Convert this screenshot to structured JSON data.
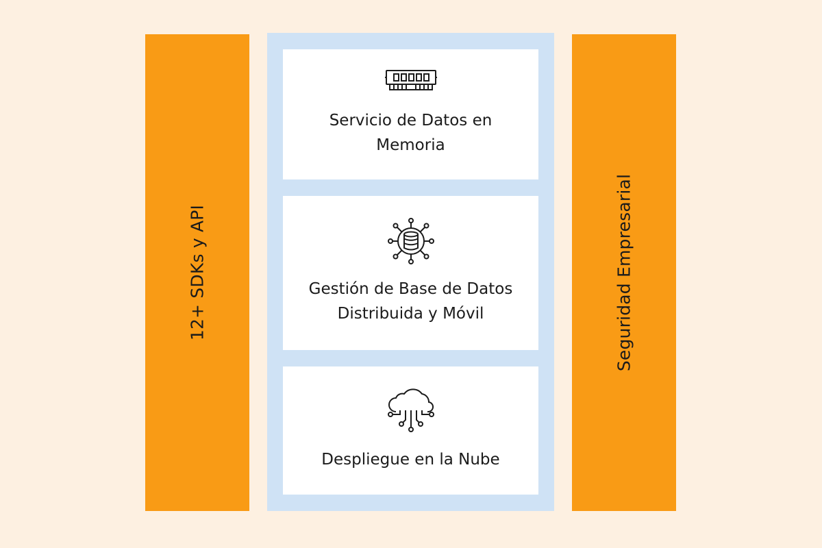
{
  "left_pillar": {
    "label": "12+ SDKs y API"
  },
  "right_pillar": {
    "label": "Seguridad Empresarial"
  },
  "cards": [
    {
      "icon": "memory-chip-icon",
      "title_lines": [
        "Servicio de Datos en",
        "Memoria"
      ]
    },
    {
      "icon": "distributed-database-icon",
      "title_lines": [
        "Gestión de Base de Datos",
        "Distribuida y Móvil"
      ]
    },
    {
      "icon": "cloud-network-icon",
      "title_lines": [
        "Despliegue en la Nube"
      ]
    }
  ],
  "colors": {
    "background": "#fdf0e1",
    "pillar": "#f99b15",
    "core": "#cfe2f5",
    "card": "#ffffff",
    "text": "#1b1b1b"
  }
}
